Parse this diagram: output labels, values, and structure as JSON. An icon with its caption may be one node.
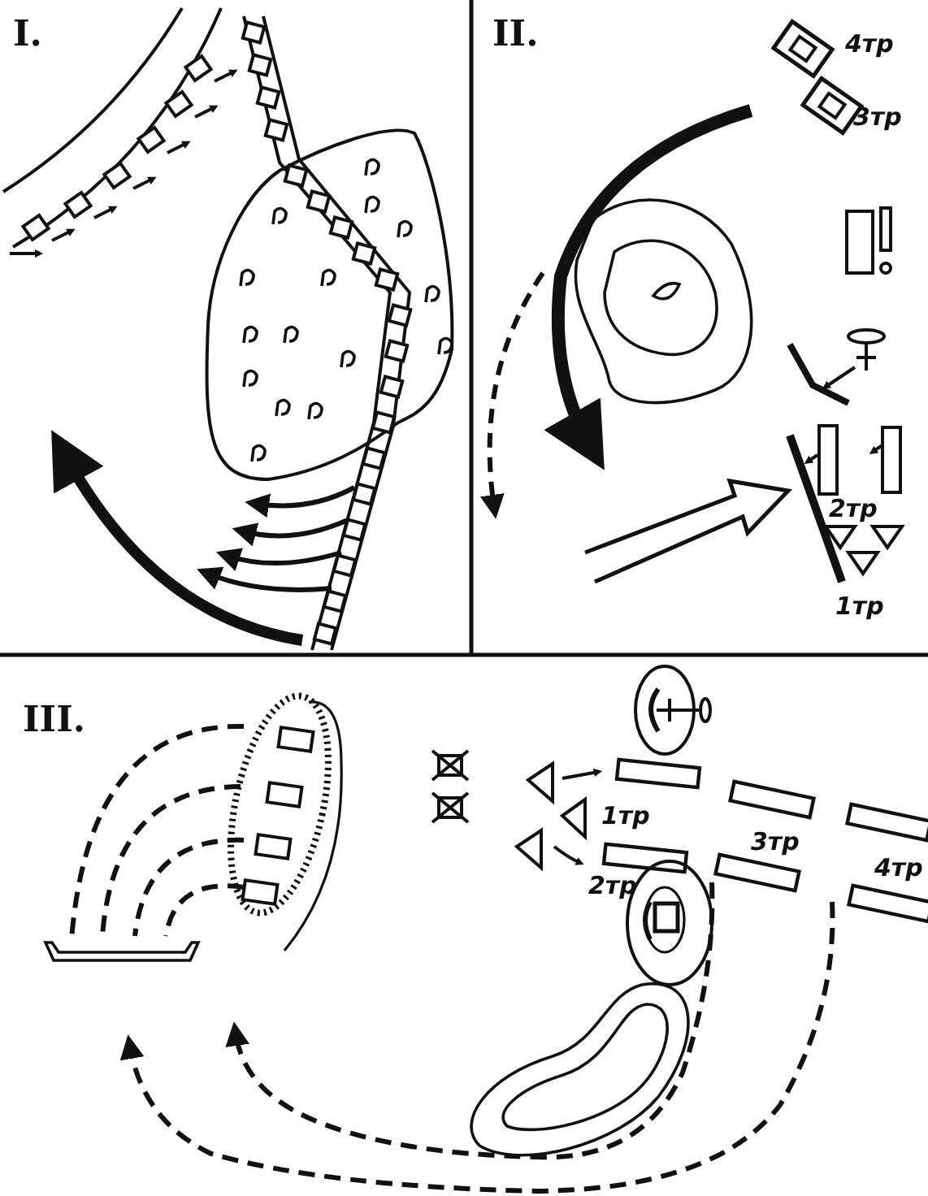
{
  "diagram": {
    "labels": [
      "I.",
      "II.",
      "4тр",
      "3тр",
      "2тр",
      "1тр",
      "III.",
      "1тр",
      "3тр",
      "2тр",
      "4тр"
    ]
  }
}
